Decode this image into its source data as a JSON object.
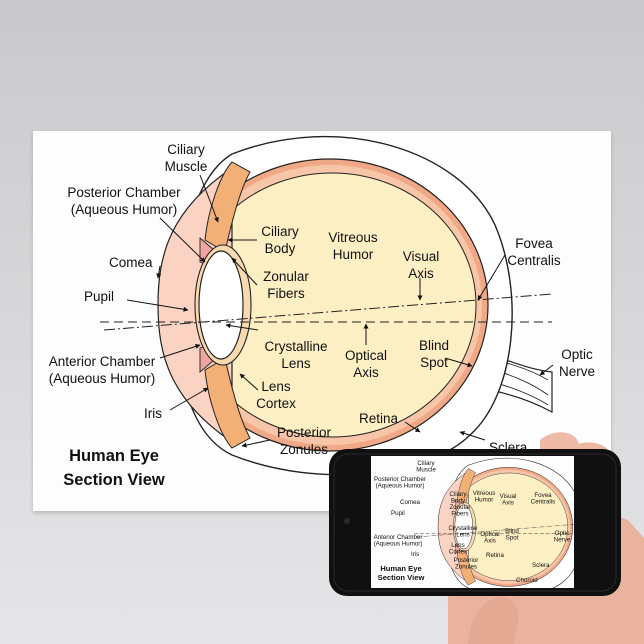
{
  "title": {
    "line1": "Human Eye",
    "line2": "Section View"
  },
  "labels": {
    "ciliary_muscle": [
      "Ciliary",
      "Muscle"
    ],
    "posterior_chamber": [
      "Posterior Chamber",
      "(Aqueous Humor)"
    ],
    "cornea": [
      "Comea"
    ],
    "pupil": [
      "Pupil"
    ],
    "anterior_chamber": [
      "Anterior Chamber",
      "(Aqueous Humor)"
    ],
    "iris": [
      "Iris"
    ],
    "ciliary_body": [
      "Ciliary",
      "Body"
    ],
    "zonular_fibers": [
      "Zonular",
      "Fibers"
    ],
    "crystalline_lens": [
      "Crystalline",
      "Lens"
    ],
    "lens_cortex": [
      "Lens",
      "Cortex"
    ],
    "posterior_zonules": [
      "Posterior",
      "Zonules"
    ],
    "vitreous_humor": [
      "Vitreous",
      "Humor"
    ],
    "visual_axis": [
      "Visual",
      "Axis"
    ],
    "optical_axis": [
      "Optical",
      "Axis"
    ],
    "blind_spot": [
      "Blind",
      "Spot"
    ],
    "retina": [
      "Retina"
    ],
    "fovea_centralis": [
      "Fovea",
      "Centralis"
    ],
    "optic_nerve": [
      "Optic",
      "Nerve"
    ],
    "sclera": [
      "Sclera"
    ],
    "choroid": [
      "Choroid"
    ]
  },
  "colors": {
    "vitreous": "#fdefc4",
    "lens": "#ffffff",
    "cornea": "#fbd3c3",
    "choroid": "#f1a886",
    "ciliary": "#f2b077",
    "sclera": "#ffffff",
    "phone_body": "#101010",
    "hand": "#e9b39e"
  }
}
